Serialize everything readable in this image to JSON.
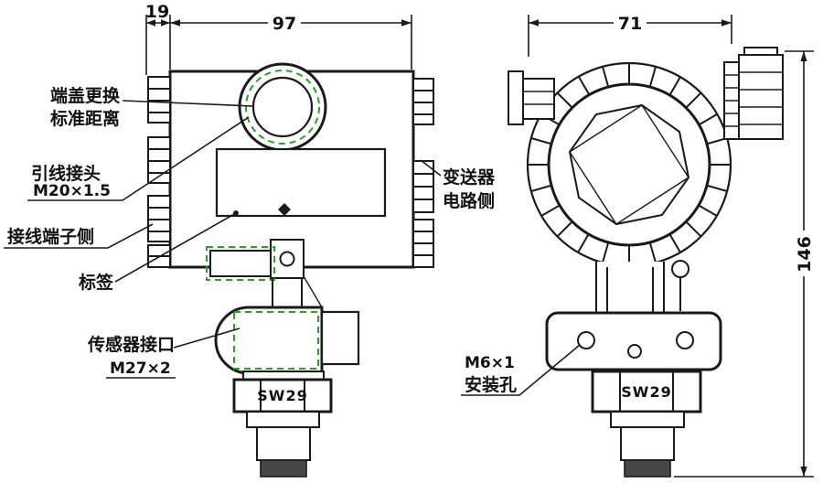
{
  "dimensions": {
    "offset_left": "19",
    "body_width": "97",
    "housing_diameter": "71",
    "total_height": "146"
  },
  "callouts": {
    "end_cover": {
      "line1": "端盖更换",
      "line2": "标准距离"
    },
    "lead_connector": {
      "line1": "引线接头",
      "line2": "M20×1.5"
    },
    "terminal_side": {
      "label": "接线端子侧"
    },
    "tag": {
      "label": "标签"
    },
    "sensor_port": {
      "line1": "传感器接口",
      "line2": "M27×2"
    },
    "circuit_side": {
      "line1": "变送器",
      "line2": "电路侧"
    },
    "mounting_hole": {
      "line1": "M6×1",
      "line2": "安装孔"
    }
  },
  "part_markings": {
    "hex_left": "SW29",
    "hex_right": "SW29"
  },
  "colors": {
    "line": "#1a1a1a",
    "dashed_highlight": "#2f9e2f",
    "background": "#ffffff",
    "port_tip": "#474747"
  }
}
